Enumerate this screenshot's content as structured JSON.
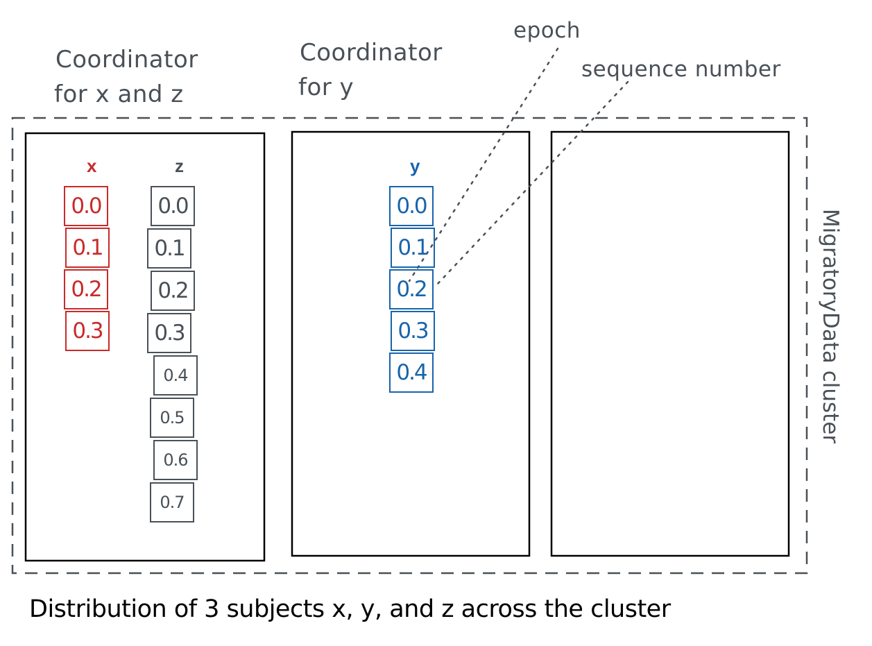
{
  "colors": {
    "x": "#c92a2a",
    "y": "#1864ab",
    "z": "#495057",
    "ink": "#000000",
    "annotation": "#495057"
  },
  "labels": {
    "coordinator_xz_line1": "Coordinator",
    "coordinator_xz_line2": "for x and z",
    "coordinator_y_line1": "Coordinator",
    "coordinator_y_line2": "for y",
    "epoch": "epoch",
    "sequence_number": "sequence number",
    "cluster": "MigratoryData cluster",
    "caption": "Distribution of 3 subjects x, y, and z across the cluster"
  },
  "subjects": {
    "x": {
      "name": "x",
      "messages": [
        "0.0",
        "0.1",
        "0.2",
        "0.3"
      ]
    },
    "z": {
      "name": "z",
      "messages": [
        "0.0",
        "0.1",
        "0.2",
        "0.3",
        "0.4",
        "0.5",
        "0.6",
        "0.7"
      ]
    },
    "y": {
      "name": "y",
      "messages": [
        "0.0",
        "0.1",
        "0.2",
        "0.3",
        "0.4"
      ]
    }
  },
  "nodes": [
    {
      "id": "node-1",
      "subjects": [
        "x",
        "z"
      ]
    },
    {
      "id": "node-2",
      "subjects": [
        "y"
      ]
    },
    {
      "id": "node-3",
      "subjects": []
    }
  ]
}
